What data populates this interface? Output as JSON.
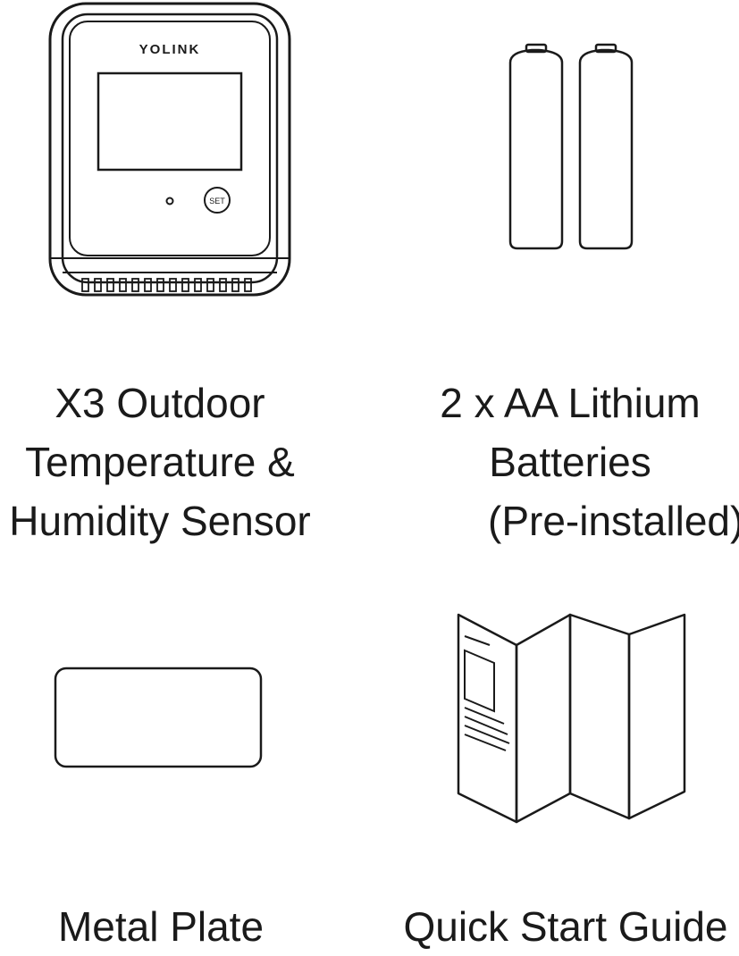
{
  "items": [
    {
      "id": "sensor",
      "icon": "sensor-device-icon",
      "caption_lines": [
        "X3 Outdoor",
        "Temperature &",
        "Humidity Sensor"
      ],
      "device_brand": "YOLINK",
      "device_button_label": "SET"
    },
    {
      "id": "batteries",
      "icon": "battery-icon",
      "caption_lines": [
        "2 x AA Lithium",
        "Batteries",
        "(Pre-installed)"
      ]
    },
    {
      "id": "metal-plate",
      "icon": "metal-plate-icon",
      "caption_lines": [
        "Metal Plate"
      ]
    },
    {
      "id": "quick-start-guide",
      "icon": "folded-guide-icon",
      "caption_lines": [
        "Quick Start Guide"
      ]
    }
  ]
}
